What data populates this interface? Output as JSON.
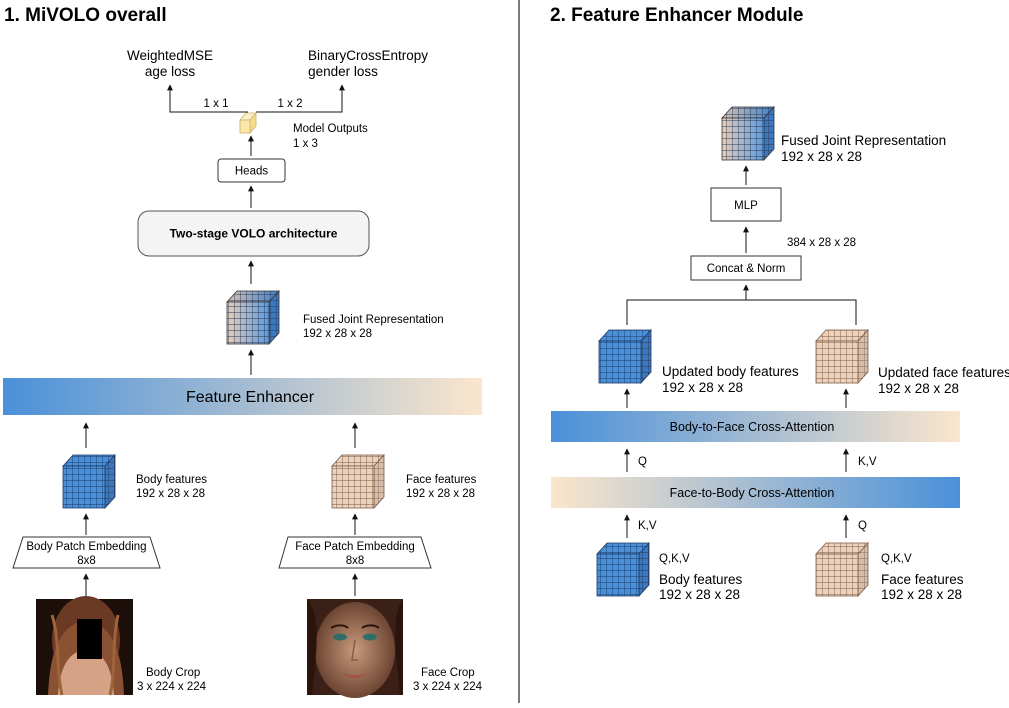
{
  "left": {
    "title": "1. MiVOLO overall",
    "outputs": {
      "age_loss_l1": "WeightedMSE",
      "age_loss_l2": "age loss",
      "gender_loss_l1": "BinaryCrossEntropy",
      "gender_loss_l2": "gender loss",
      "age_dim": "1 x 1",
      "gender_dim": "1 x 2",
      "model_outputs_l1": "Model Outputs",
      "model_outputs_l2": "1 x 3"
    },
    "heads": "Heads",
    "architecture": "Two-stage VOLO architecture",
    "fused": {
      "name": "Fused Joint Representation",
      "dims": "192 x 28 x 28"
    },
    "feature_enhancer": "Feature Enhancer",
    "body_features": {
      "name": "Body features",
      "dims": "192 x 28 x 28"
    },
    "face_features": {
      "name": "Face features",
      "dims": "192 x 28 x 28"
    },
    "body_patch": {
      "name": "Body Patch Embedding",
      "size": "8x8"
    },
    "face_patch": {
      "name": "Face Patch Embedding",
      "size": "8x8"
    },
    "body_crop": {
      "name": "Body Crop",
      "dims": "3 x 224 x 224"
    },
    "face_crop": {
      "name": "Face Crop",
      "dims": "3 x 224 x 224"
    }
  },
  "right": {
    "title": "2. Feature Enhancer Module",
    "fused": {
      "name": "Fused Joint Representation",
      "dims": "192 x 28 x 28"
    },
    "mlp": "MLP",
    "concat_dims": "384 x 28 x 28",
    "concat": "Concat & Norm",
    "updated_body": {
      "name": "Updated body features",
      "dims": "192 x 28 x 28"
    },
    "updated_face": {
      "name": "Updated face features",
      "dims": "192 x 28 x 28"
    },
    "b2f": "Body-to-Face Cross-Attention",
    "f2b": "Face-to-Body Cross-Attention",
    "q_label": "Q",
    "kv_label": "K,V",
    "qkv_label": "Q,K,V",
    "body_features": {
      "name": "Body features",
      "dims": "192 x 28 x 28"
    },
    "face_features": {
      "name": "Face features",
      "dims": "192 x 28 x 28"
    }
  },
  "colors": {
    "blue": "#4a90d9",
    "blue_light": "#6fa9e6",
    "peach": "#fbe3c8",
    "tan": "#ecd2bd",
    "yellow": "#fbe8a8",
    "line": "#111111",
    "divider": "#222222"
  }
}
